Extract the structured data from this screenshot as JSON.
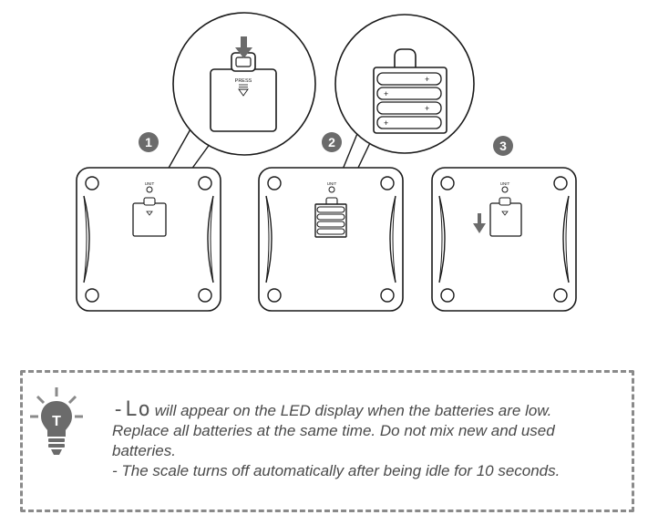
{
  "steps": {
    "step1_number": "1",
    "step2_number": "2",
    "step3_number": "3"
  },
  "scale_labels": {
    "unit": "UNIT",
    "press": "PRESS"
  },
  "battery_polarity": {
    "plus": "+",
    "minus": "-"
  },
  "tip": {
    "lo_code": "-Lo",
    "line1": "will appear on the LED display when the batteries are low.",
    "line2": "Replace all batteries at the same time. Do not mix new and used batteries.",
    "line3": "- The scale turns off automatically after being idle for 10 seconds.",
    "icon_letter": "T"
  },
  "colors": {
    "line": "#1a1a1a",
    "step_badge": "#6b6b6b",
    "dashed_border": "#8a8a8a",
    "tip_text": "#4a4a4a"
  }
}
